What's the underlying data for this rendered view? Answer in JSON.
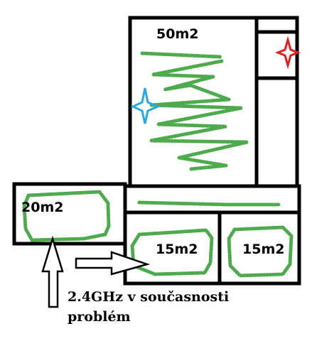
{
  "rooms": {
    "big": {
      "label": "50m2"
    },
    "left": {
      "label": "20m2"
    },
    "bottom_middle": {
      "label": "15m2"
    },
    "bottom_right": {
      "label": "15m2"
    }
  },
  "note": {
    "line1": "2.4GHz v současnosti",
    "line2": "problém"
  },
  "colors": {
    "wall": "#000000",
    "coverage": "#3aa13a",
    "star_blue": "#2aa8e0",
    "star_red": "#e02020"
  },
  "icons": {
    "blue_star": "four-point-star-icon",
    "red_star": "four-point-star-icon",
    "arrow_up": "arrow-up-icon",
    "arrow_right": "arrow-right-icon"
  }
}
